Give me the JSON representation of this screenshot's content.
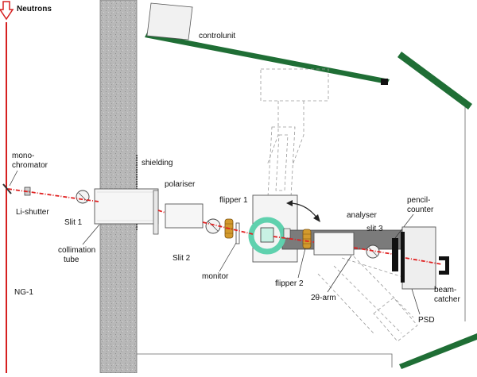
{
  "colors": {
    "beam": "#e02020",
    "enclosure": "#1f6e35",
    "sample_ring": "#7fe0c0",
    "wall": "#b5b5b5",
    "flipper": "#d39a2c",
    "outline": "#3a3a3a"
  },
  "icons": {
    "neutron_arrow": "down-arrow-outline",
    "rotation": "curved-double-arrow"
  },
  "labels": {
    "neutrons": "Neutrons",
    "monochromator": [
      "mono-",
      "chromator"
    ],
    "li_shutter": "Li-shutter",
    "ng1": "NG-1",
    "slit1": "Slit 1",
    "collimation_tube": [
      "collimation",
      "tube"
    ],
    "shielding": "shielding",
    "polariser": "polariser",
    "flipper1": "flipper 1",
    "slit2": "Slit 2",
    "monitor": "monitor",
    "control_unit": "controlunit",
    "flipper2": "flipper 2",
    "two_theta_arm": "2θ-arm",
    "analyser": "analyser",
    "slit3": "slit 3",
    "pencil_counter": [
      "pencil-",
      "counter"
    ],
    "beam_catcher": [
      "beam-",
      "catcher"
    ],
    "psd": "PSD"
  }
}
